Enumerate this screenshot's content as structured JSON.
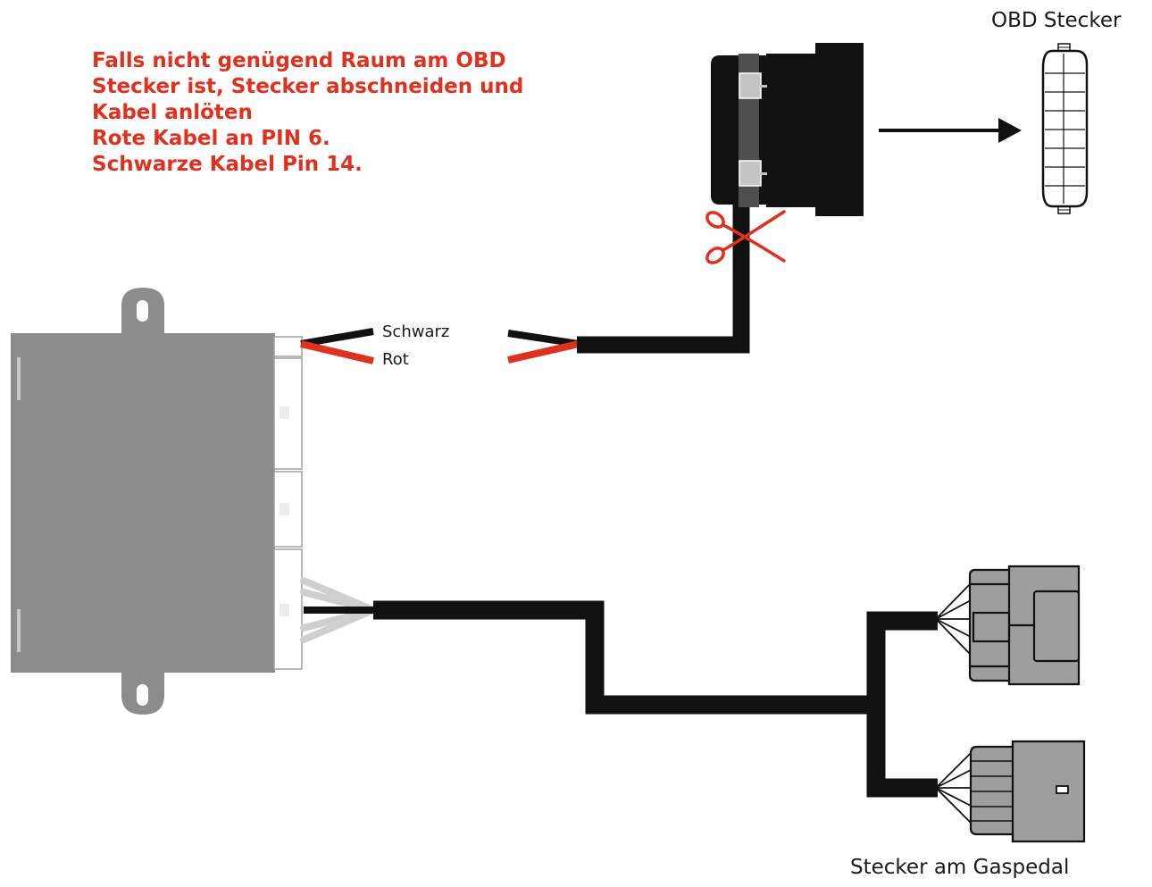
{
  "instructions": {
    "lines": [
      "Falls nicht genügend Raum am OBD",
      "Stecker ist, Stecker abschneiden und",
      "Kabel anlöten",
      "Rote Kabel an PIN 6.",
      "Schwarze Kabel Pin 14."
    ]
  },
  "labels": {
    "obd_connector": "OBD Stecker",
    "pedal_connector": "Stecker am Gaspedal",
    "black_wire": "Schwarz",
    "red_wire": "Rot"
  },
  "colors": {
    "accent_red": "#e0301e",
    "wire_red": "#e0301e",
    "wire_black": "#111111",
    "module_gray": "#8c8c8c",
    "connector_gray": "#9e9e9e"
  },
  "icons": {
    "cut_marker": "scissors-icon"
  }
}
